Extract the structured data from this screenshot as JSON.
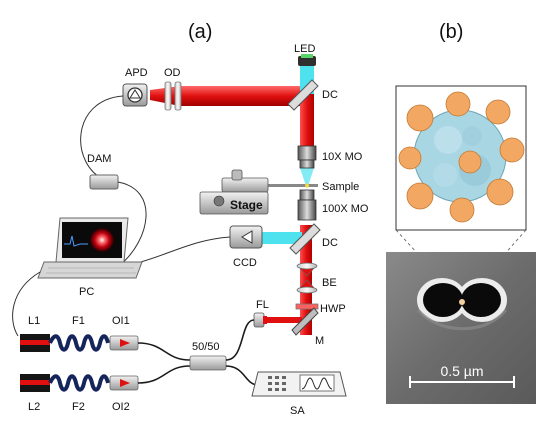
{
  "panels": {
    "a": "(a)",
    "b": "(b)"
  },
  "labels": {
    "led": "LED",
    "apd": "APD",
    "od": "OD",
    "dc_top": "DC",
    "dam": "DAM",
    "mo10": "10X MO",
    "sample": "Sample",
    "stage": "Stage",
    "mo100": "100X MO",
    "ccd": "CCD",
    "dc_mid": "DC",
    "be": "BE",
    "hwp": "HWP",
    "pc": "PC",
    "l1": "L1",
    "f1": "F1",
    "oi1": "OI1",
    "coupler": "50/50",
    "fl": "FL",
    "m": "M",
    "l2": "L2",
    "f2": "F2",
    "oi2": "OI2",
    "sa": "SA",
    "scalebar": "0.5 µm"
  },
  "colors": {
    "laser": "#ee1c1c",
    "led_beam": "#4ee2ee",
    "fiber": "#1a1a1a",
    "protein_core": "#a9d6e3",
    "protein_shell": "#f2a862",
    "sem_bg": "#6e6e6e"
  }
}
